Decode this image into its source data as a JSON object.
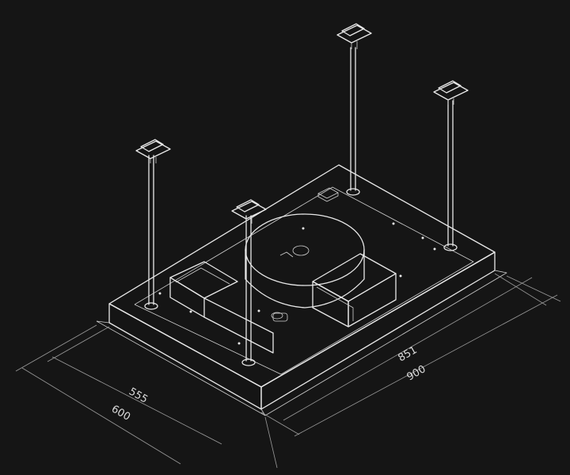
{
  "dimensions": {
    "depth_inner": "555",
    "depth_outer": "600",
    "width_inner": "851",
    "width_outer": "900"
  },
  "colors": {
    "background": "#151515",
    "line": "#e8e8e8",
    "dimension_line": "#9a9a9a"
  }
}
